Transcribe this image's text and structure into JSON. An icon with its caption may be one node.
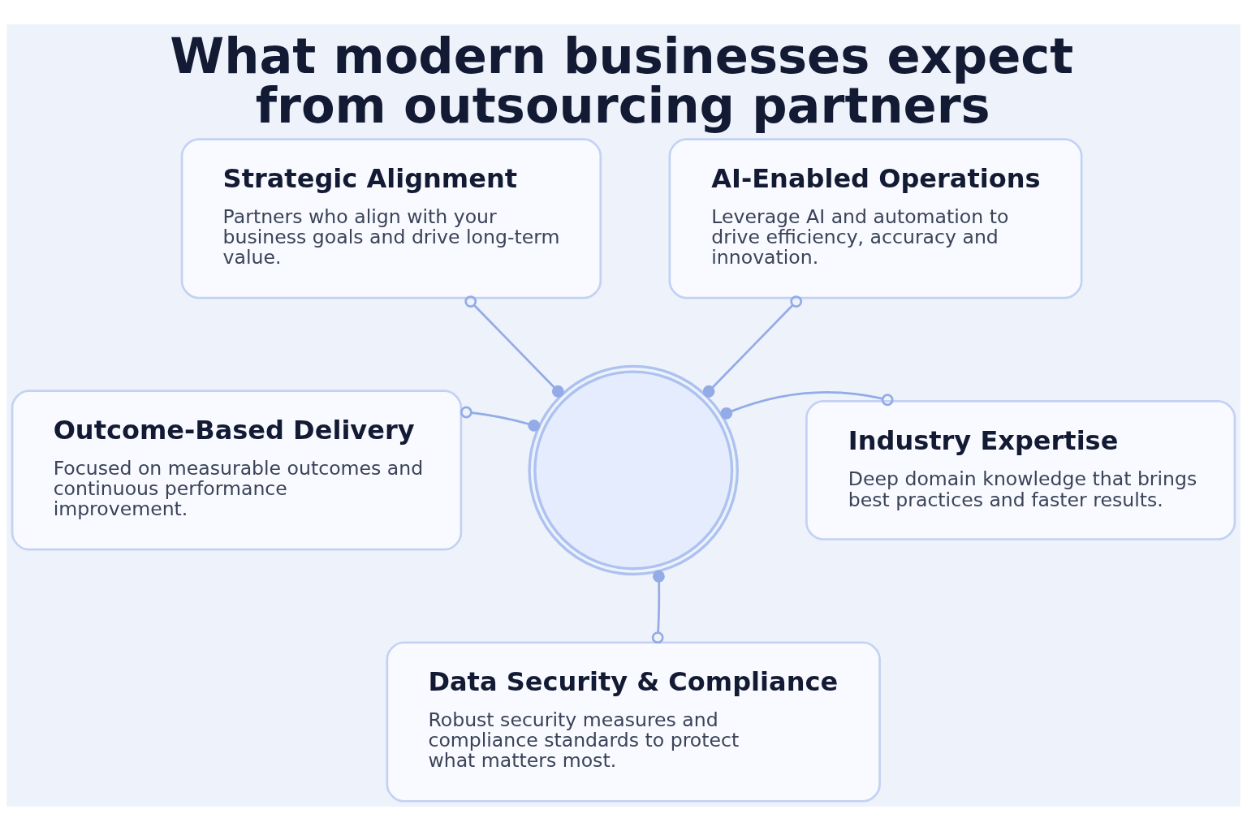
{
  "diagram": {
    "title": "What modern businesses expect from outsourcing partners",
    "nodes": [
      {
        "text": [
          "Strategic Alignment",
          "Partners who align with your business goals and drive long-term value."
        ]
      },
      {
        "text": [
          "AI-Enabled Operations",
          "Leverage AI and automation to drive efficiency, accuracy and innovation."
        ]
      },
      {
        "text": [],
        "shape": "circle"
      },
      {
        "text": [
          "Outcome-Based Delivery",
          "Focused on measurable outcomes and continuous performance improvement."
        ]
      },
      {
        "text": [
          "Industry Expertise",
          "Deep domain knowledge that brings best practices and faster results."
        ]
      },
      {
        "text": [
          "Data Security & Compliance",
          "Robust security measures and compliance standards to protect what matters most."
        ]
      }
    ],
    "edges": [
      {
        "from": 0,
        "to": 2,
        "arrow": "other"
      },
      {
        "from": 1,
        "to": 2,
        "arrow": "other"
      },
      {
        "from": 3,
        "to": 2,
        "arrow": "other"
      },
      {
        "from": 4,
        "to": 2,
        "arrow": "other"
      },
      {
        "from": 5,
        "to": 2,
        "arrow": "other"
      }
    ]
  }
}
